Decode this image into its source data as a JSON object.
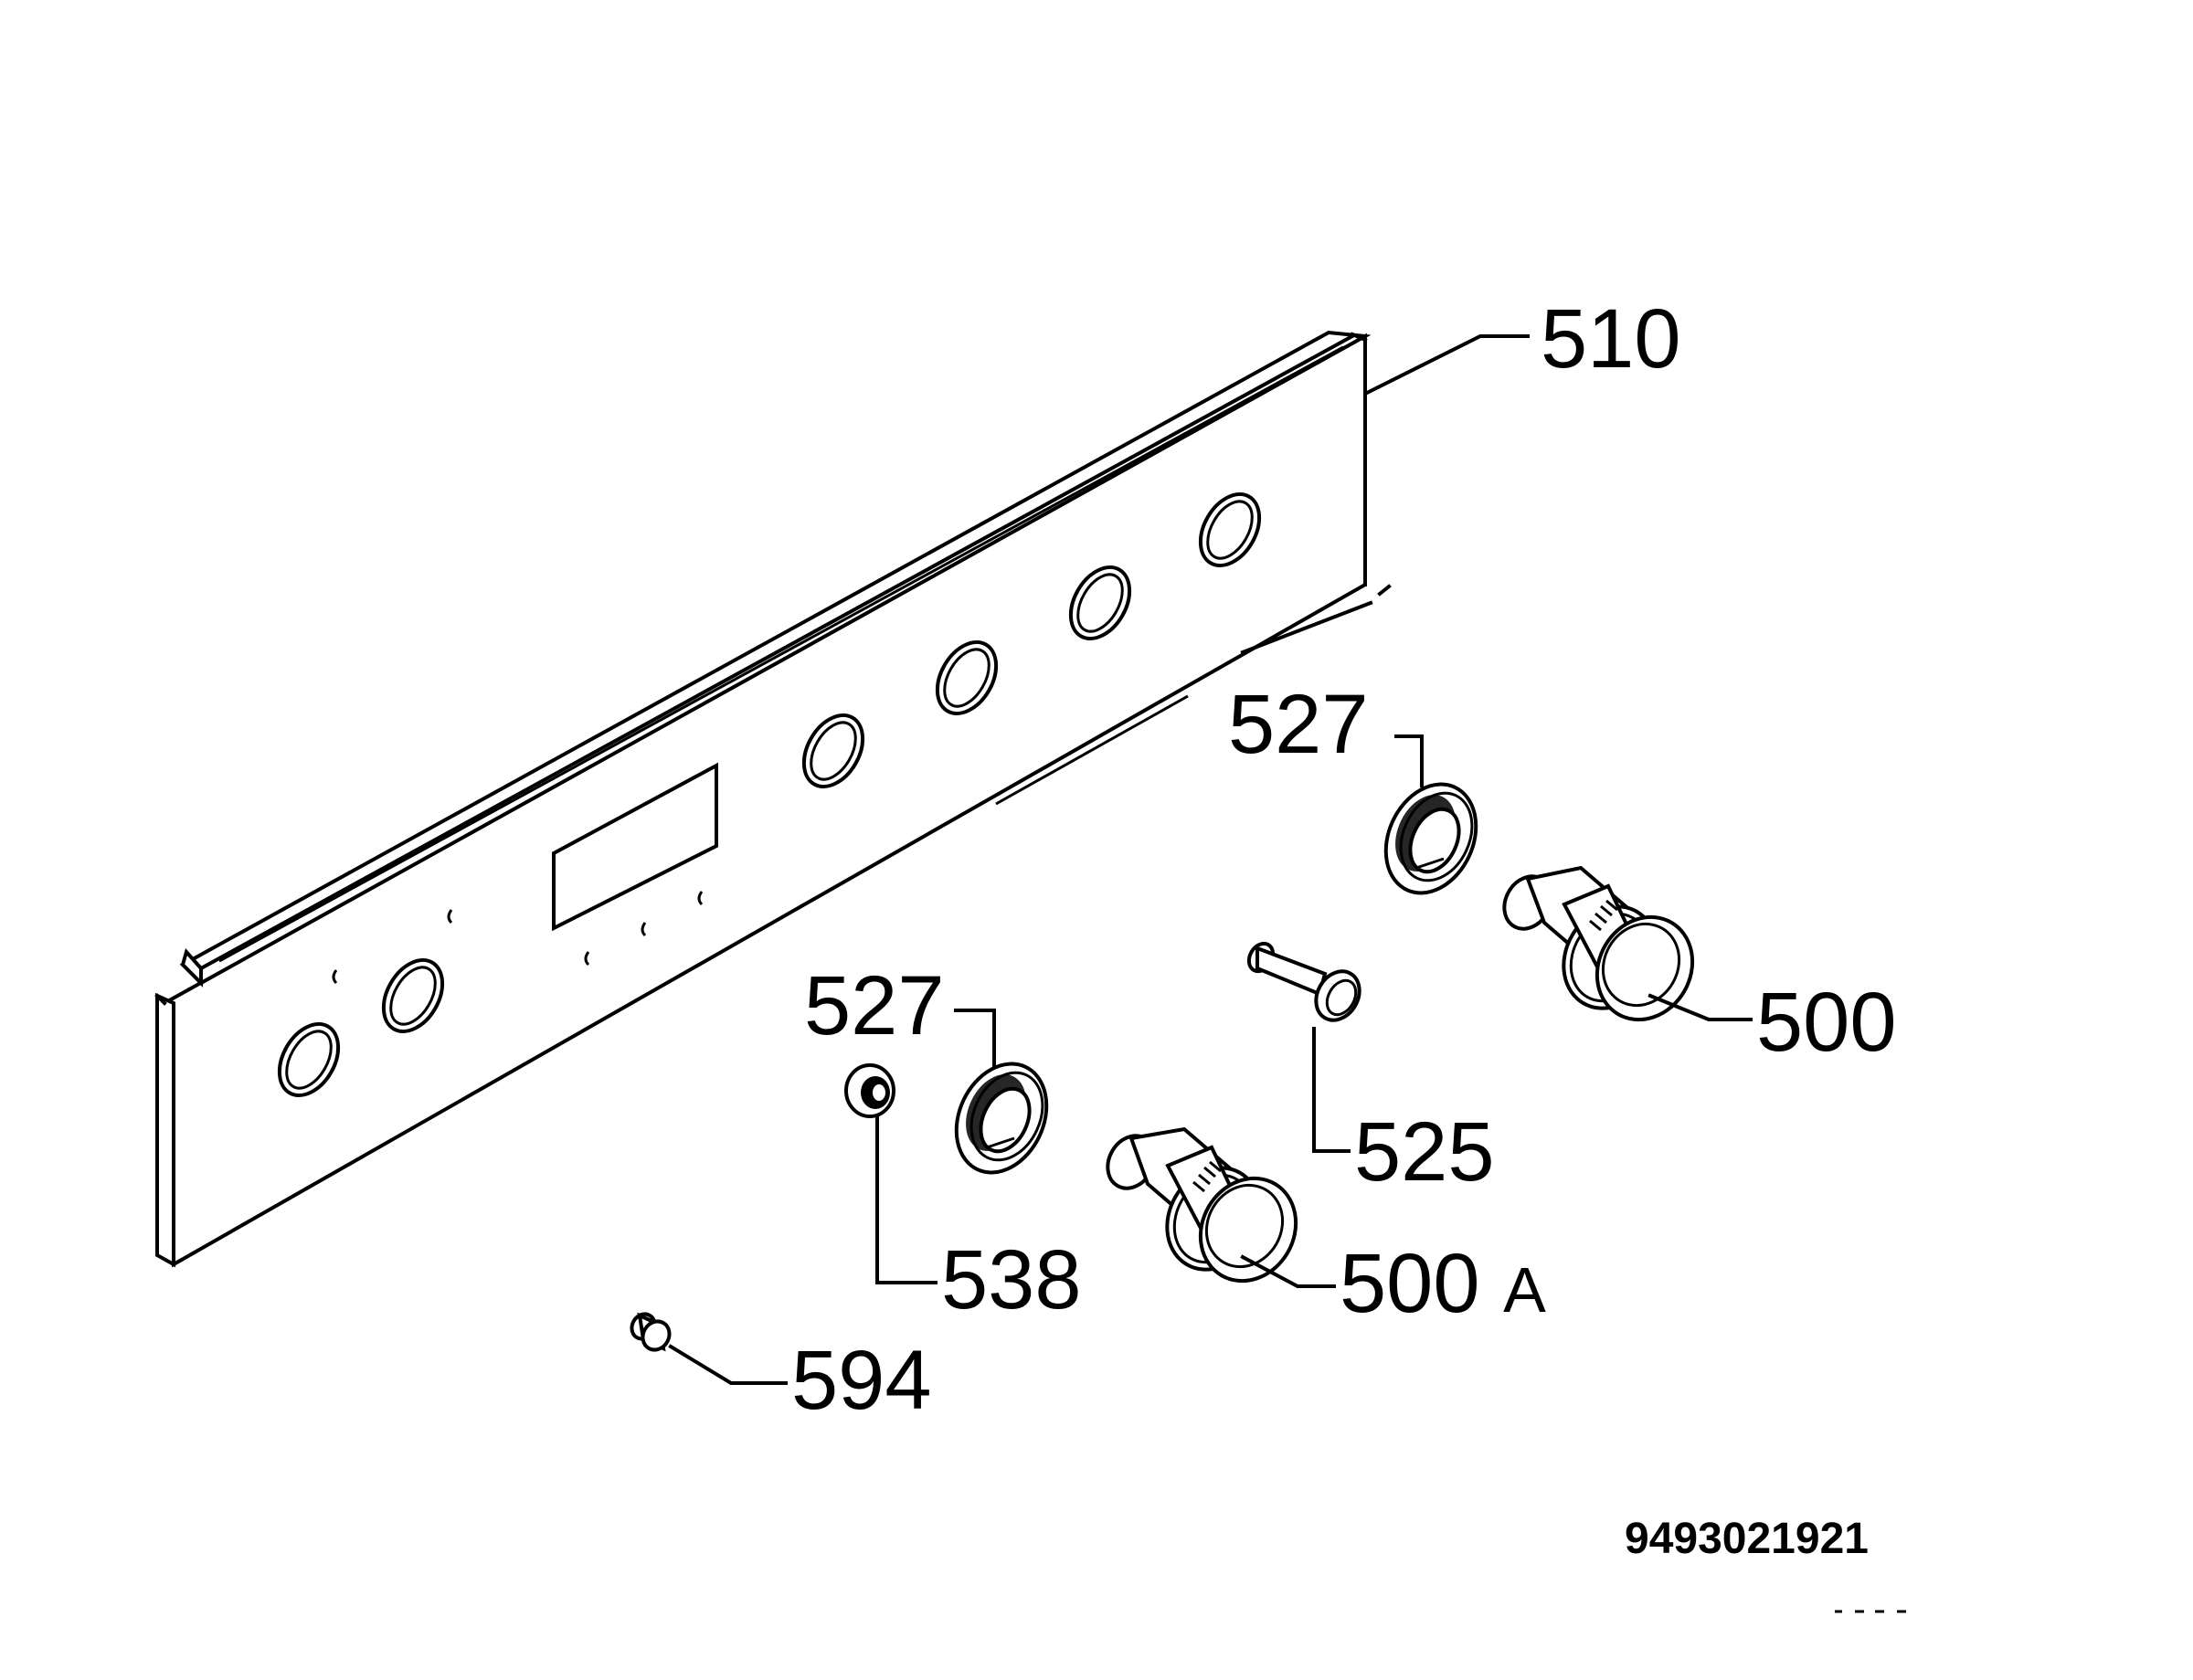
{
  "diagram": {
    "labels": {
      "p510": "510",
      "p527_upper": "527",
      "p527_lower": "527",
      "p500": "500",
      "p525": "525",
      "p538": "538",
      "p500a_num": "500",
      "p500a_suffix": "A",
      "p594": "594"
    },
    "document_number": "9493021921",
    "line_color": "#000000",
    "background_color": "#ffffff"
  }
}
